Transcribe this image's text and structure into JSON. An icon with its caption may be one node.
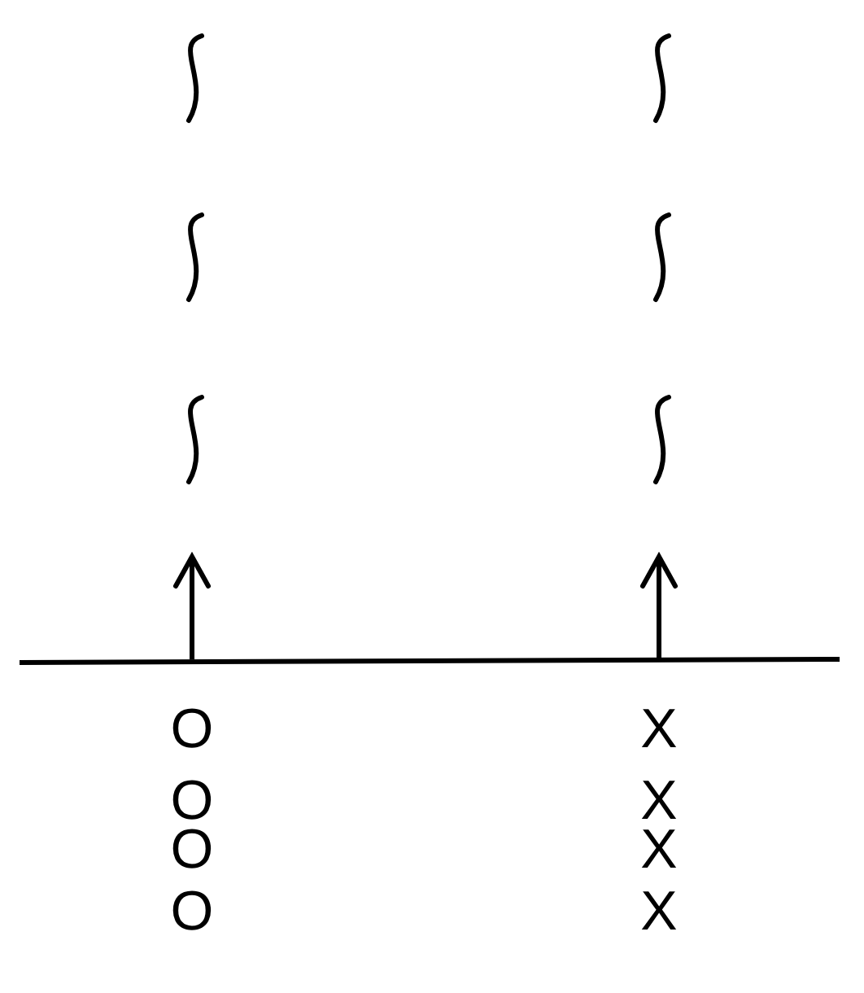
{
  "diagram": {
    "labels": [
      "O",
      "X",
      "O",
      "X",
      "O",
      "X",
      "O",
      "X"
    ]
  }
}
